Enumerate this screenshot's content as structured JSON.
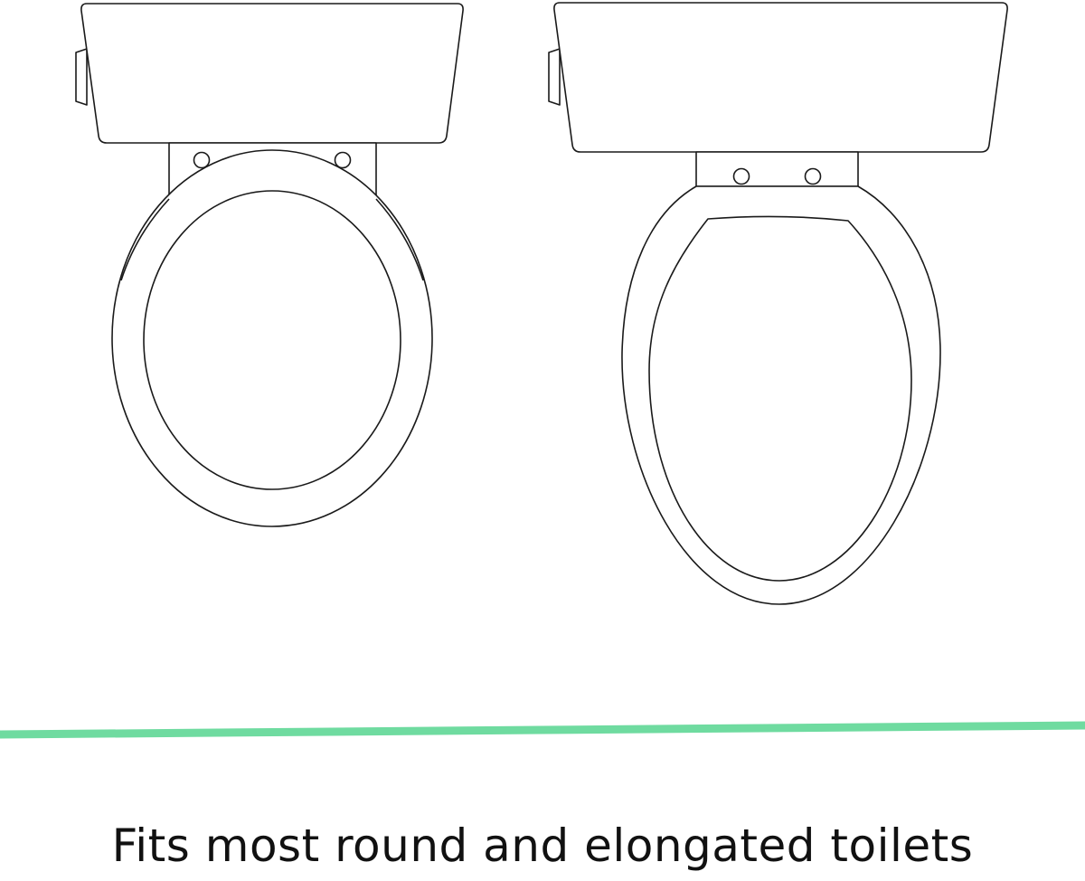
{
  "caption": {
    "text": "Fits most round and elongated toilets"
  },
  "illustration": {
    "toilets": [
      {
        "name": "round-toilet",
        "shape": "round"
      },
      {
        "name": "elongated-toilet",
        "shape": "elongated"
      }
    ],
    "line_color": "#1a1a1a"
  },
  "divider": {
    "color": "#6fdba0"
  }
}
